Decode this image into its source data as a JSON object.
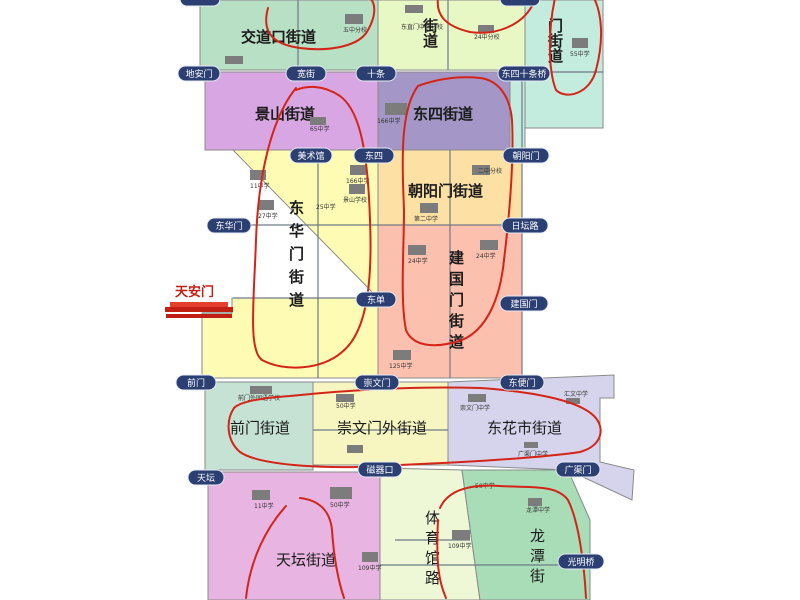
{
  "map": {
    "districts": [
      {
        "id": "jiaodaokou",
        "name": "交道口街道",
        "color": "#b8e0c4"
      },
      {
        "id": "beixinqiao",
        "name": "街道",
        "color": "#e8f8c4"
      },
      {
        "id": "dongzhimen",
        "name": "门街道",
        "color": "#c4ecde"
      },
      {
        "id": "jingshan",
        "name": "景山街道",
        "color": "#d8a6e2"
      },
      {
        "id": "dongsi",
        "name": "东四街道",
        "color": "#a496c6"
      },
      {
        "id": "donghuamen",
        "name": "东华门街道",
        "color": "#fdfbb4"
      },
      {
        "id": "chaoyangmen",
        "name": "朝阳门街道",
        "color": "#fde0a4"
      },
      {
        "id": "jianguomen",
        "name": "建国门街道",
        "color": "#fbc0ae"
      },
      {
        "id": "qianmen",
        "name": "前门街道",
        "color": "#c6e2d4"
      },
      {
        "id": "chongwenmenwai",
        "name": "崇文门外街道",
        "color": "#f8f6c0"
      },
      {
        "id": "donghuashi",
        "name": "东花市街道",
        "color": "#d6d4ec"
      },
      {
        "id": "tiantan",
        "name": "天坛街道",
        "color": "#e8b4e2"
      },
      {
        "id": "tiyuguan",
        "name": "体育馆路",
        "color": "#eef8d6"
      },
      {
        "id": "longtan",
        "name": "龙潭街",
        "color": "#a8ddb8"
      }
    ],
    "stations": [
      {
        "id": "dianmen",
        "label": "地安门"
      },
      {
        "id": "kuanjie",
        "label": "宽街"
      },
      {
        "id": "shitiao",
        "label": "十条"
      },
      {
        "id": "dongsishitiao",
        "label": "东四十条桥"
      },
      {
        "id": "meishuguan",
        "label": "美术馆"
      },
      {
        "id": "dongsi",
        "label": "东四"
      },
      {
        "id": "chaoyangmen",
        "label": "朝阳门"
      },
      {
        "id": "donghuamen",
        "label": "东华门"
      },
      {
        "id": "ritan",
        "label": "日坛路"
      },
      {
        "id": "dongdan",
        "label": "东单"
      },
      {
        "id": "jianguomen",
        "label": "建国门"
      },
      {
        "id": "qianmen",
        "label": "前门"
      },
      {
        "id": "chongwenmen",
        "label": "崇文门"
      },
      {
        "id": "dongbianmen",
        "label": "东便门"
      },
      {
        "id": "tiantan",
        "label": "天坛"
      },
      {
        "id": "ciqikou",
        "label": "磁器口"
      },
      {
        "id": "guangqumen",
        "label": "广渠门"
      },
      {
        "id": "guangmingqiao",
        "label": "光明桥"
      }
    ],
    "tiananmen": "天安门",
    "schools": {
      "s1": "东直门中学分校",
      "s2": "24中分校",
      "s3": "55中学",
      "s4": "五中分校",
      "s5": "166中学",
      "s6": "65中学",
      "s7": "166中学",
      "s8": "27中学",
      "s9": "25中学",
      "s10": "景山学校",
      "s11": "二中分校",
      "s12": "第二中学",
      "s13": "24中学",
      "s14": "24中学",
      "s15": "125中学",
      "s16": "前门外国语学校",
      "s17": "50中学",
      "s18": "崇文门中学",
      "s19": "广渠门中学",
      "s20": "汇文中学",
      "s21": "11中学",
      "s22": "109中学",
      "s23": "109中学",
      "s24": "11中学",
      "s25": "50中学",
      "s26": "龙潭中学"
    },
    "colors": {
      "circle_marks": "#d42418",
      "station_pill": "#2c3f73",
      "road": "#6f7a86"
    }
  }
}
